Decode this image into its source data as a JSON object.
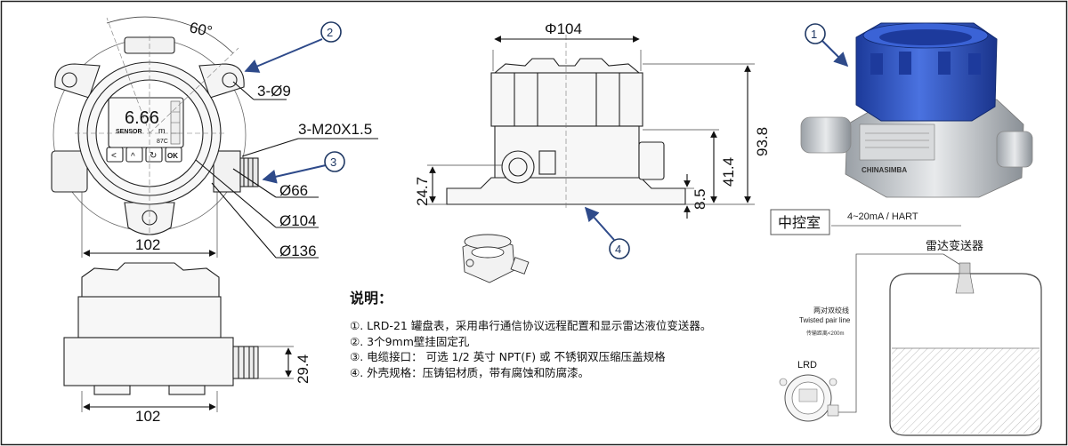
{
  "front_view": {
    "angle_label": "60°",
    "mount_holes_label": "3-Ø9",
    "cable_thread_label": "3-M20X1.5",
    "dia_small_label": "Ø66",
    "dia_mid_label": "Ø104",
    "dia_large_label": "Ø136",
    "width_label": "102",
    "display_value": "6.66",
    "display_unit": "m",
    "brand_text": "SENSOR",
    "display_sub": "87C",
    "key_labels": [
      "<",
      "^",
      "↻",
      "OK"
    ]
  },
  "side_view": {
    "diameter_label": "Φ104",
    "height_total_label": "93.8",
    "height_body_label": "41.4",
    "base_thickness_label": "8.5",
    "port_height_label": "24.7"
  },
  "top_view": {
    "width_label": "102",
    "depth_label": "29.4"
  },
  "callouts": [
    "1",
    "2",
    "3",
    "4"
  ],
  "notes": {
    "heading": "说明：",
    "items": [
      "①. LRD-21 罐盘表，采用串行通信协议远程配置和显示雷达液位变送器。",
      "②. 3个9mm壁挂固定孔",
      "③. 电缆接口： 可选 1/2 英寸 NPT(F) 或 不锈钢双压缩压盖规格",
      "④. 外壳规格：压铸铝材质，带有腐蚀和防腐漆。"
    ]
  },
  "product_photo": {
    "label_brand": "CHINASIMBA"
  },
  "system_diagram": {
    "control_room": "中控室",
    "signal": "4~20mA / HART",
    "transmitter": "雷达变送器",
    "cable_cn": "两对双绞线",
    "cable_en": "Twisted pair line",
    "distance": "传输距离<200m",
    "device": "LRD"
  },
  "colors": {
    "callout_stroke": "#1f3864",
    "arrow": "#2e4a8a",
    "housing_blue": "#2f56c9",
    "outline": "#222222"
  }
}
